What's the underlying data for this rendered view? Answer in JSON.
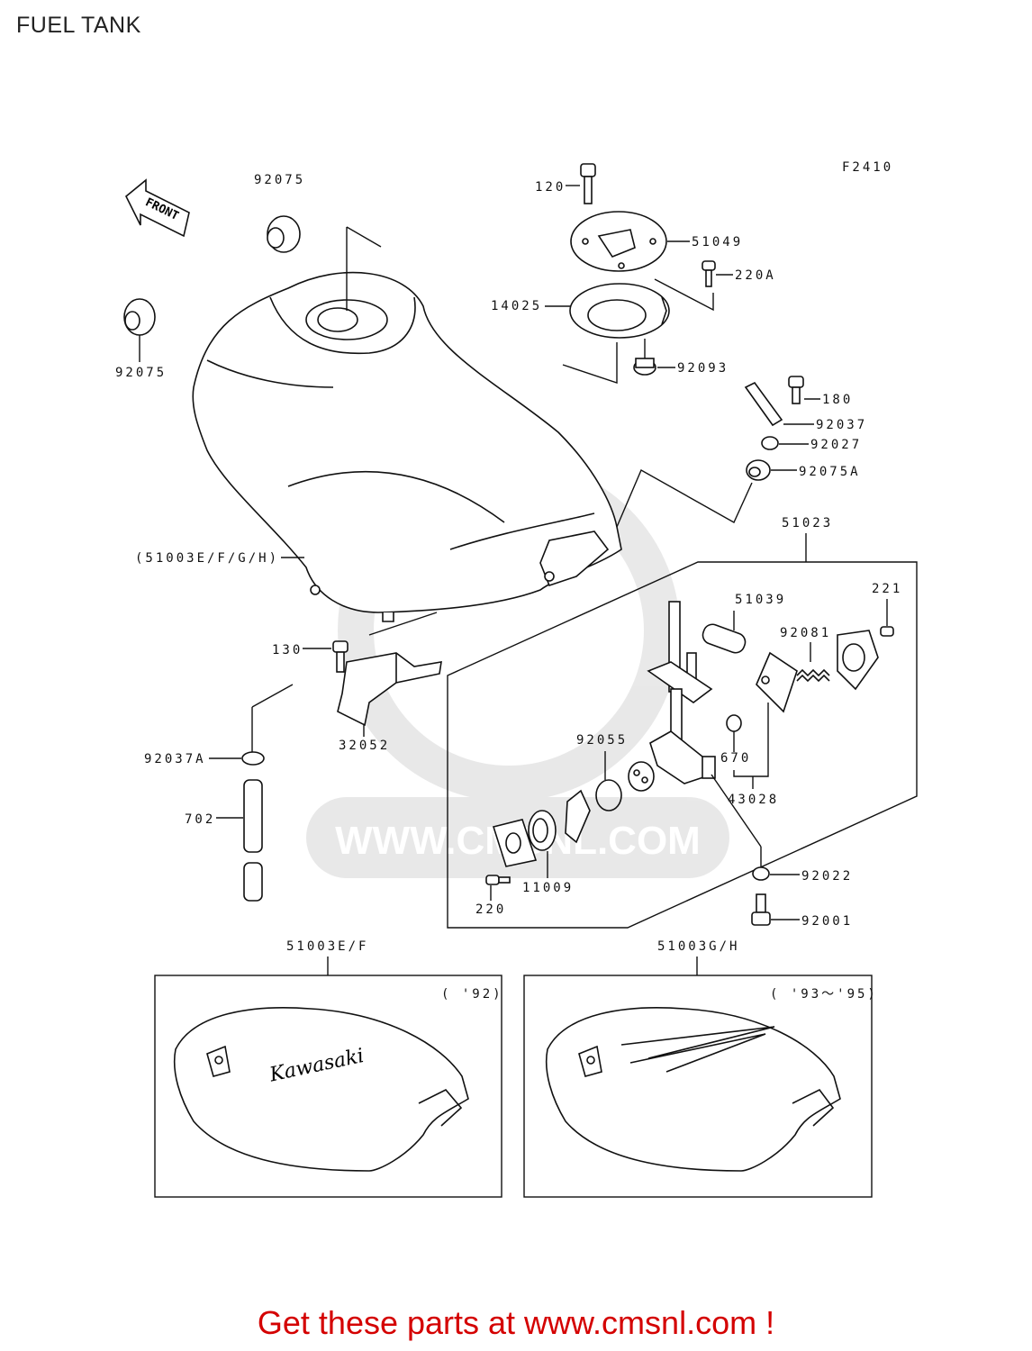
{
  "title": "FUEL TANK",
  "figure_code": "F2410",
  "front_arrow": "FRONT",
  "footer_text": "Get these parts at www.cmsnl.com !",
  "footer_color": "#d40000",
  "watermark": "WWW.CMSNL.COM",
  "labels": {
    "p92075_top": "92075",
    "p92075_left": "92075",
    "p120": "120",
    "p51049": "51049",
    "p220A": "220A",
    "p14025": "14025",
    "p92093": "92093",
    "p180": "180",
    "p92037": "92037",
    "p92027": "92027",
    "p92075A": "92075A",
    "p51023": "51023",
    "p51003EFGH": "(51003E/F/G/H)",
    "p130": "130",
    "p32052": "32052",
    "p92037A": "92037A",
    "p702": "702",
    "p51039": "51039",
    "p221": "221",
    "p92081": "92081",
    "p92055": "92055",
    "p670": "670",
    "p43028": "43028",
    "p11009": "11009",
    "p220": "220",
    "p92022": "92022",
    "p92001": "92001"
  },
  "variants": [
    {
      "label": "51003E/F",
      "years": "( '92)",
      "logo": "Kawasaki"
    },
    {
      "label": "51003G/H",
      "years": "( '93～'95)"
    }
  ]
}
